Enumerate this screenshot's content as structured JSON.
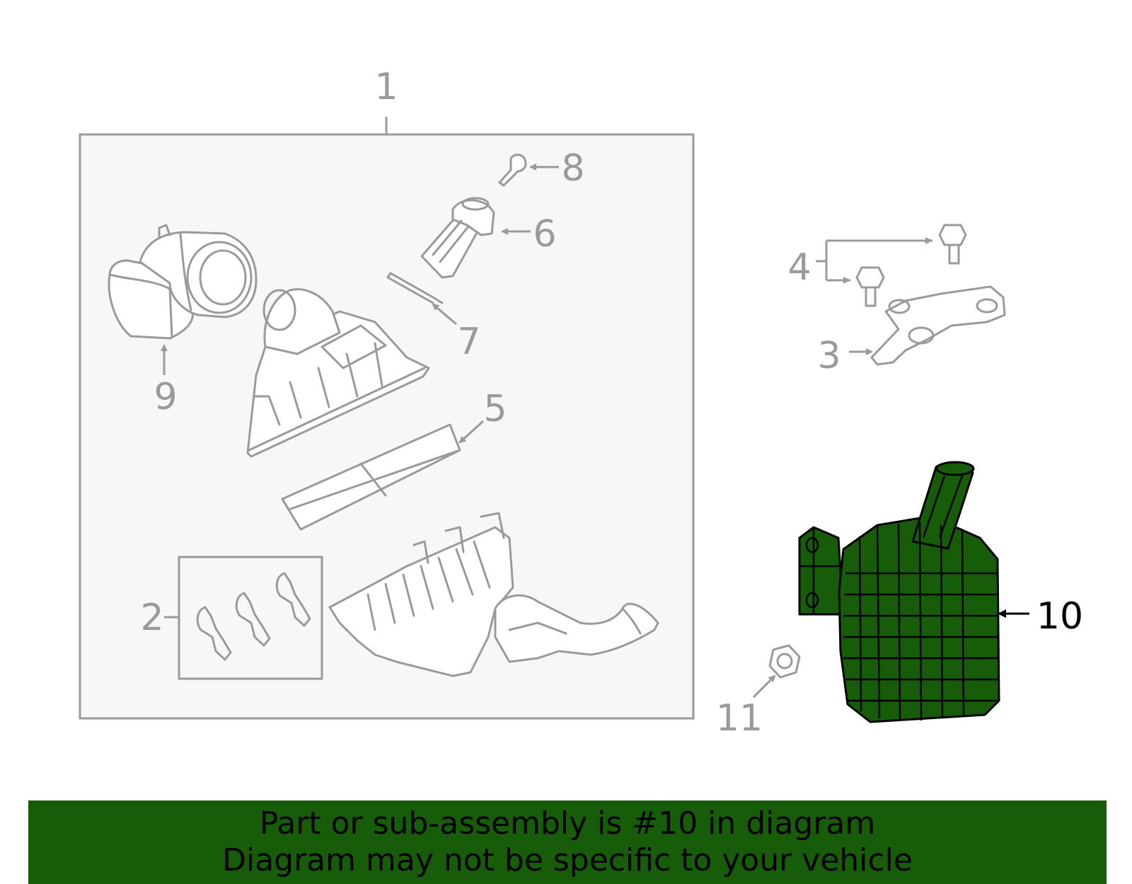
{
  "callouts": {
    "c1": "1",
    "c2": "2",
    "c3": "3",
    "c4": "4",
    "c5": "5",
    "c6": "6",
    "c7": "7",
    "c8": "8",
    "c9": "9",
    "c10": "10",
    "c11": "11"
  },
  "highlight_color": "#165c09",
  "highlighted_part": "10",
  "banner": {
    "line1": "Part or sub-assembly is #10 in diagram",
    "line2": "Diagram may not be specific to your vehicle"
  }
}
